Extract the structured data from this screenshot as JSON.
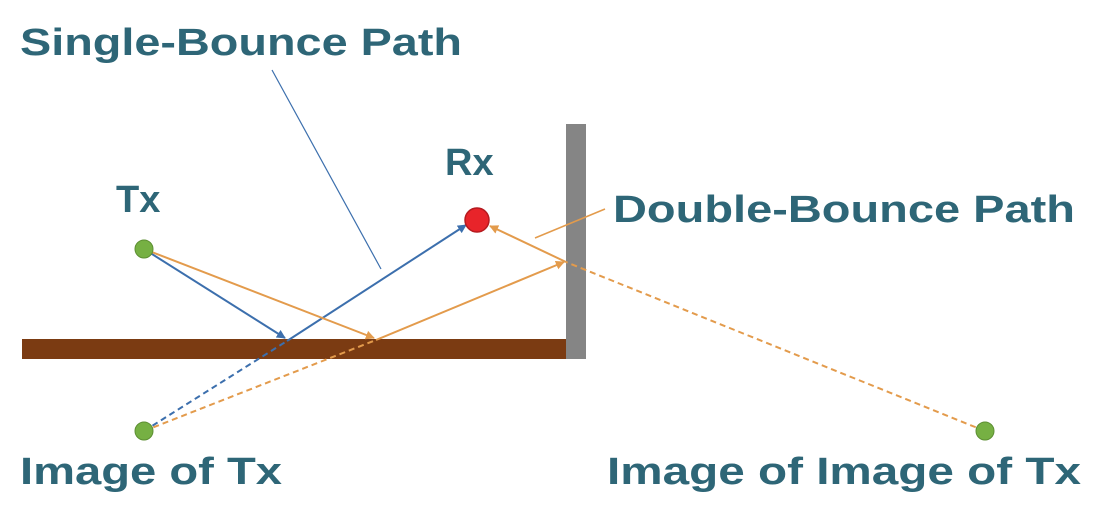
{
  "labels": {
    "single_bounce": "Single-Bounce Path",
    "double_bounce": "Double-Bounce Path",
    "tx": "Tx",
    "rx": "Rx",
    "image_tx": "Image of Tx",
    "image_image_tx": "Image of Image of Tx"
  },
  "colors": {
    "text": "#2e6677",
    "single_bounce_path": "#3c6fad",
    "double_bounce_path": "#e39b4c",
    "floor": "#7b3b12",
    "wall": "#858585",
    "node_green": "#76b043",
    "rx_red": "#e8242a"
  },
  "icons": {
    "tx_node": "green-dot",
    "rx_node": "red-dot",
    "image_nodes": "green-dot"
  }
}
